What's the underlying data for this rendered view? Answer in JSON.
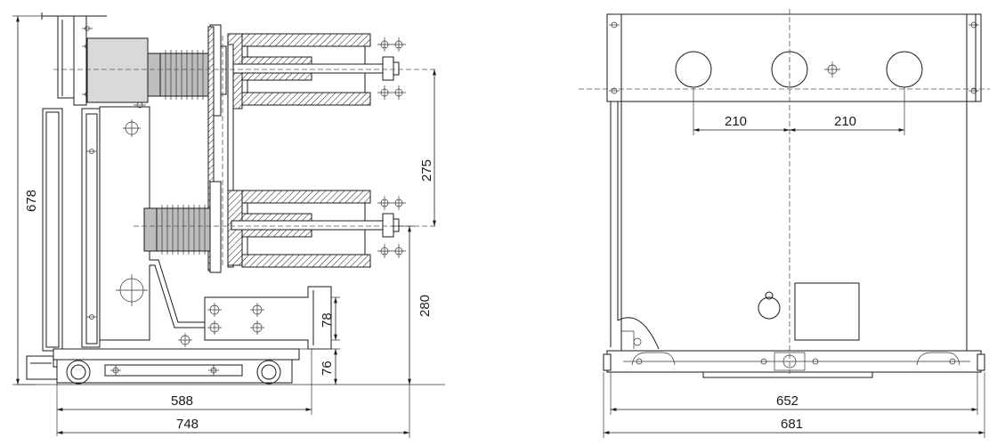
{
  "dimensions": {
    "side_height": "678",
    "bushing_spacing": "275",
    "lower_height": "280",
    "bracket_height": "78",
    "base_height": "76",
    "wheel_span": "588",
    "overall_depth": "748",
    "phase_spacing_left": "210",
    "phase_spacing_right": "210",
    "inner_width": "652",
    "overall_width": "681"
  }
}
